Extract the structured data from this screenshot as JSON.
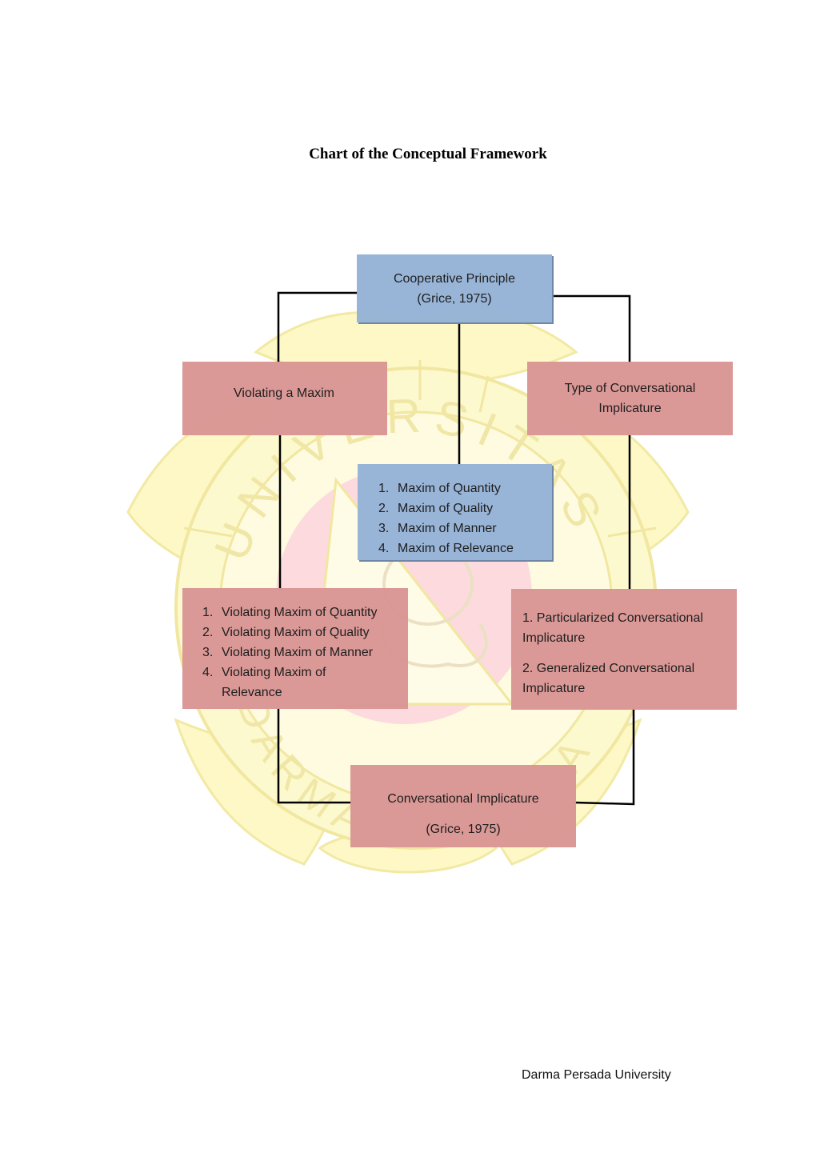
{
  "document": {
    "title": "Chart of the Conceptual Framework",
    "footer": "Darma Persada University"
  },
  "watermark": {
    "text_top": "UNIVERSITAS",
    "text_bottom": "DARMA PERSADA",
    "colors": {
      "petals": "#fdf8c4",
      "ring": "#f6eaa6",
      "core": "#fcd9dc"
    }
  },
  "diagram": {
    "cooperative_principle": {
      "line1": "Cooperative Principle",
      "line2": "(Grice, 1975)"
    },
    "violating_a_maxim": {
      "label": "Violating a Maxim"
    },
    "type_of_implicature": {
      "line1": "Type of Conversational",
      "line2": "Implicature"
    },
    "maxims": {
      "items": [
        {
          "num": "1.",
          "text": "Maxim of Quantity"
        },
        {
          "num": "2.",
          "text": "Maxim of Quality"
        },
        {
          "num": "3.",
          "text": "Maxim of Manner"
        },
        {
          "num": "4.",
          "text": "Maxim of Relevance"
        }
      ]
    },
    "violations": {
      "items": [
        {
          "num": "1.",
          "text": "Violating Maxim of Quantity"
        },
        {
          "num": "2.",
          "text": "Violating Maxim of  Quality"
        },
        {
          "num": "3.",
          "text": "Violating Maxim of Manner"
        },
        {
          "num": "4.",
          "text": "Violating Maxim of Relevance"
        }
      ]
    },
    "implicature_types": {
      "item1": "1. Particularized Conversational Implicature",
      "item2": "2. Generalized Conversational Implicature"
    },
    "conversational_implicature": {
      "line1": "Conversational Implicature",
      "line2": "(Grice, 1975)"
    },
    "colors": {
      "blue_box": "#95b3d7",
      "pink_box": "#d99694",
      "connector": "#000000"
    }
  }
}
